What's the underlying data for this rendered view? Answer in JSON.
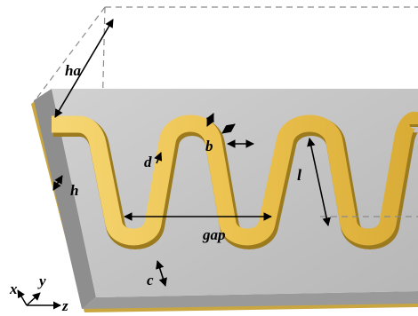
{
  "labels": {
    "ha": "ha",
    "h": "h",
    "d": "d",
    "b": "b",
    "l": "l",
    "gap": "gap",
    "c": "c"
  },
  "axes": {
    "x": "x",
    "y": "y",
    "z": "z"
  },
  "colors": {
    "substrate_top": "#c2c2c2",
    "substrate_side": "#8c8c8c",
    "ground": "#c9a640",
    "trace": "#f0c95a",
    "trace_edge": "#9c7a1e",
    "dashed_box": "#8a8a8a",
    "arrow": "#000000"
  }
}
